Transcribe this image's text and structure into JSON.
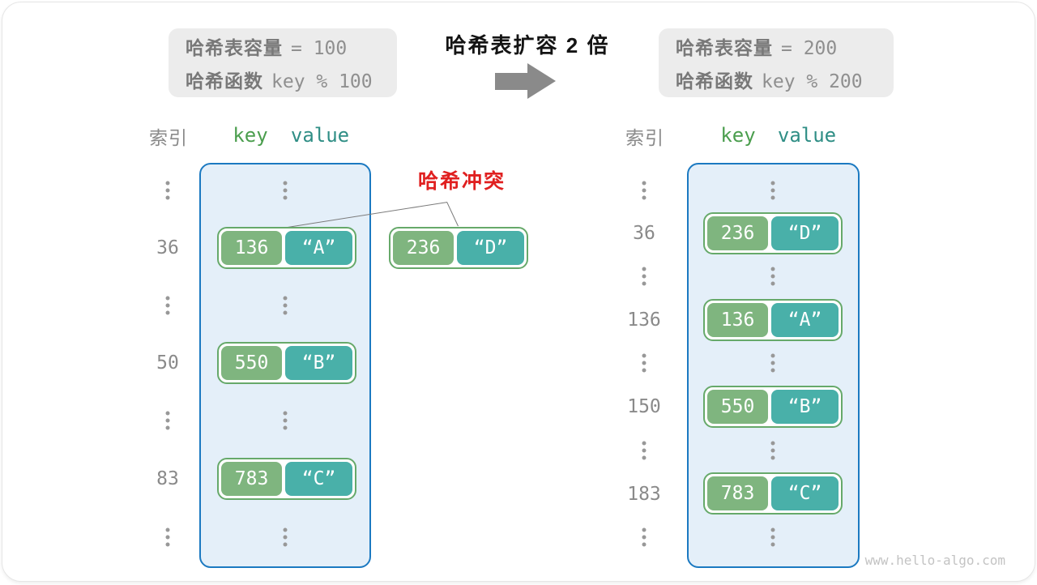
{
  "title": "哈希表扩容 2 倍",
  "collision_label": "哈希冲突",
  "watermark": "www.hello-algo.com",
  "info_boxes": {
    "left": {
      "capacity_label": "哈希表容量",
      "capacity_value": "= 100",
      "function_label": "哈希函数",
      "function_value": "key % 100"
    },
    "right": {
      "capacity_label": "哈希表容量",
      "capacity_value": "= 200",
      "function_label": "哈希函数",
      "function_value": "key % 200"
    }
  },
  "headers": {
    "index": "索引",
    "key": "key",
    "value": "value"
  },
  "left_table": {
    "rows": [
      {
        "type": "ellipsis"
      },
      {
        "type": "entry",
        "index": "36",
        "key": "136",
        "value": "“A”"
      },
      {
        "type": "ellipsis"
      },
      {
        "type": "entry",
        "index": "50",
        "key": "550",
        "value": "“B”"
      },
      {
        "type": "ellipsis"
      },
      {
        "type": "entry",
        "index": "83",
        "key": "783",
        "value": "“C”"
      },
      {
        "type": "ellipsis"
      }
    ]
  },
  "collision_pair": {
    "key": "236",
    "value": "“D”"
  },
  "right_table": {
    "rows": [
      {
        "type": "ellipsis"
      },
      {
        "type": "entry",
        "index": "36",
        "key": "236",
        "value": "“D”"
      },
      {
        "type": "ellipsis"
      },
      {
        "type": "entry",
        "index": "136",
        "key": "136",
        "value": "“A”"
      },
      {
        "type": "ellipsis"
      },
      {
        "type": "entry",
        "index": "150",
        "key": "550",
        "value": "“B”"
      },
      {
        "type": "ellipsis"
      },
      {
        "type": "entry",
        "index": "183",
        "key": "783",
        "value": "“C”"
      },
      {
        "type": "ellipsis"
      }
    ]
  },
  "icons": {
    "arrow": "right-arrow",
    "ellipsis": "vertical-ellipsis"
  },
  "colors": {
    "table_fill": "#e4eff9",
    "table_border": "#1b79c1",
    "key_fill": "#7fb57f",
    "value_fill": "#49b0a9",
    "pair_border": "#66a96a",
    "collision_red": "#e02020",
    "gray_text": "#8a8a8a",
    "key_header_green": "#4b9e4e",
    "value_header_teal": "#2f8e85",
    "info_bg": "#ececec",
    "arrow_gray": "#8a8a8a",
    "watermark_gray": "#c3c3c3"
  }
}
